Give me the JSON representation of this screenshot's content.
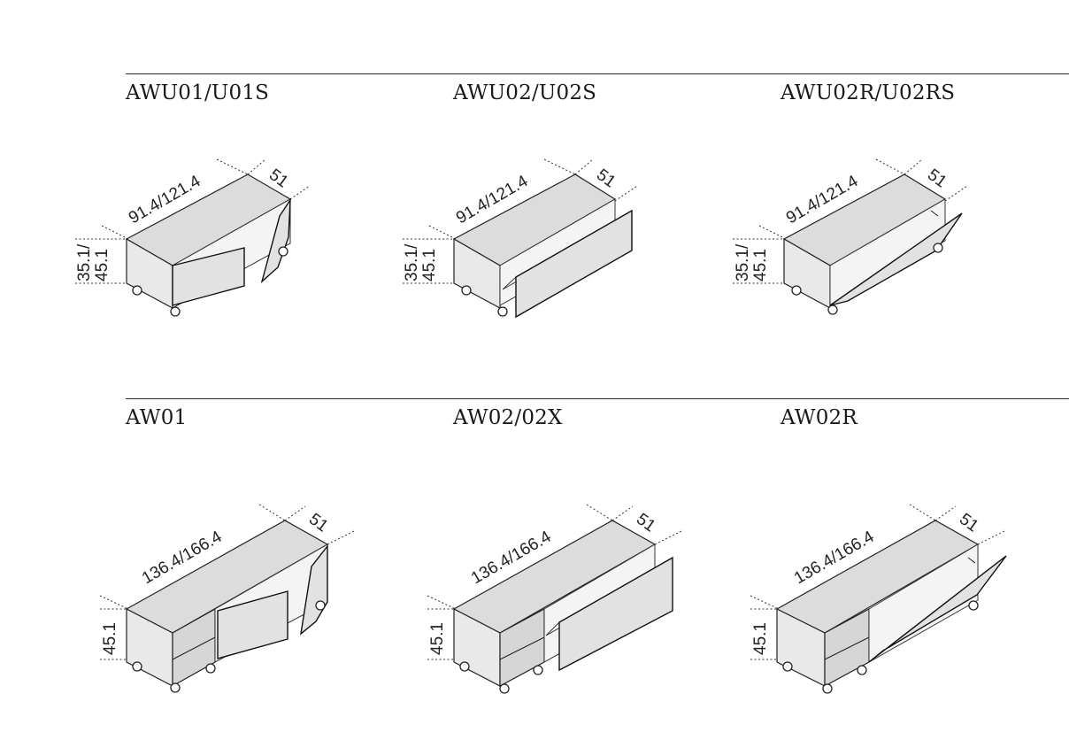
{
  "sections": [
    {
      "titles": [
        "AWU01/U01S",
        "AWU02/U02S",
        "AWU02R/U02RS"
      ]
    },
    {
      "titles": [
        "AW01",
        "AW02/02X",
        "AW02R"
      ]
    }
  ],
  "dimensions": {
    "row1": {
      "width": "91.4/121.4",
      "depth": "51",
      "height_top": "35.1/",
      "height_bottom": "45.1"
    },
    "row2": {
      "width": "136.4/166.4",
      "depth": "51",
      "height": "45.1"
    }
  }
}
